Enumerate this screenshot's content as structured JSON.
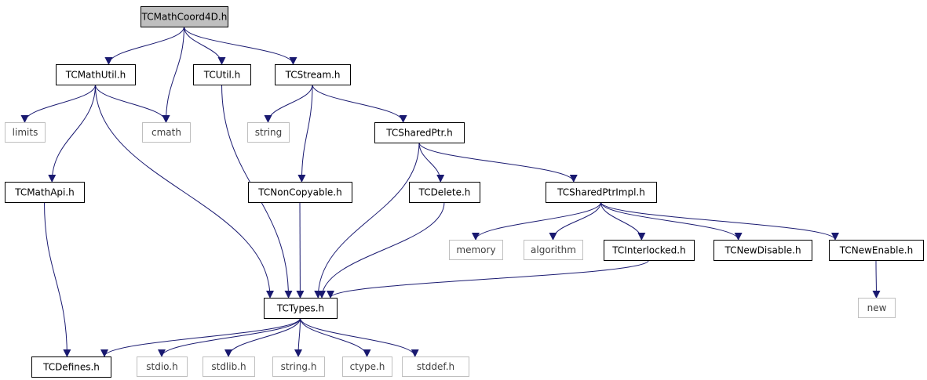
{
  "nodes": [
    {
      "id": "coord4d",
      "label": "TCMathCoord4D.h",
      "kind": "root"
    },
    {
      "id": "mathutil",
      "label": "TCMathUtil.h",
      "kind": "header"
    },
    {
      "id": "util",
      "label": "TCUtil.h",
      "kind": "header"
    },
    {
      "id": "stream",
      "label": "TCStream.h",
      "kind": "header"
    },
    {
      "id": "limits",
      "label": "limits",
      "kind": "system"
    },
    {
      "id": "cmath",
      "label": "cmath",
      "kind": "system"
    },
    {
      "id": "string",
      "label": "string",
      "kind": "system"
    },
    {
      "id": "sharedptr",
      "label": "TCSharedPtr.h",
      "kind": "header"
    },
    {
      "id": "mathapi",
      "label": "TCMathApi.h",
      "kind": "header"
    },
    {
      "id": "noncopyable",
      "label": "TCNonCopyable.h",
      "kind": "header"
    },
    {
      "id": "delete",
      "label": "TCDelete.h",
      "kind": "header"
    },
    {
      "id": "sharedptrimpl",
      "label": "TCSharedPtrImpl.h",
      "kind": "header"
    },
    {
      "id": "memory",
      "label": "memory",
      "kind": "system"
    },
    {
      "id": "algorithm",
      "label": "algorithm",
      "kind": "system"
    },
    {
      "id": "interlocked",
      "label": "TCInterlocked.h",
      "kind": "header"
    },
    {
      "id": "newdisable",
      "label": "TCNewDisable.h",
      "kind": "header"
    },
    {
      "id": "newenable",
      "label": "TCNewEnable.h",
      "kind": "header"
    },
    {
      "id": "new",
      "label": "new",
      "kind": "system"
    },
    {
      "id": "types",
      "label": "TCTypes.h",
      "kind": "header"
    },
    {
      "id": "defines",
      "label": "TCDefines.h",
      "kind": "header"
    },
    {
      "id": "stdio",
      "label": "stdio.h",
      "kind": "system"
    },
    {
      "id": "stdlib",
      "label": "stdlib.h",
      "kind": "system"
    },
    {
      "id": "stringh",
      "label": "string.h",
      "kind": "system"
    },
    {
      "id": "ctype",
      "label": "ctype.h",
      "kind": "system"
    },
    {
      "id": "stddef",
      "label": "stddef.h",
      "kind": "system"
    }
  ],
  "edges": [
    {
      "from": "coord4d",
      "to": "mathutil"
    },
    {
      "from": "coord4d",
      "to": "cmath"
    },
    {
      "from": "coord4d",
      "to": "util"
    },
    {
      "from": "coord4d",
      "to": "stream"
    },
    {
      "from": "mathutil",
      "to": "limits"
    },
    {
      "from": "mathutil",
      "to": "cmath"
    },
    {
      "from": "mathutil",
      "to": "mathapi"
    },
    {
      "from": "mathutil",
      "to": "types"
    },
    {
      "from": "util",
      "to": "types"
    },
    {
      "from": "stream",
      "to": "string"
    },
    {
      "from": "stream",
      "to": "noncopyable"
    },
    {
      "from": "stream",
      "to": "sharedptr"
    },
    {
      "from": "sharedptr",
      "to": "types"
    },
    {
      "from": "sharedptr",
      "to": "delete"
    },
    {
      "from": "sharedptr",
      "to": "sharedptrimpl"
    },
    {
      "from": "mathapi",
      "to": "defines"
    },
    {
      "from": "noncopyable",
      "to": "types"
    },
    {
      "from": "delete",
      "to": "types"
    },
    {
      "from": "sharedptrimpl",
      "to": "memory"
    },
    {
      "from": "sharedptrimpl",
      "to": "algorithm"
    },
    {
      "from": "sharedptrimpl",
      "to": "interlocked"
    },
    {
      "from": "sharedptrimpl",
      "to": "newdisable"
    },
    {
      "from": "sharedptrimpl",
      "to": "newenable"
    },
    {
      "from": "interlocked",
      "to": "types"
    },
    {
      "from": "newenable",
      "to": "new"
    },
    {
      "from": "types",
      "to": "defines"
    },
    {
      "from": "types",
      "to": "stdio"
    },
    {
      "from": "types",
      "to": "stdlib"
    },
    {
      "from": "types",
      "to": "stringh"
    },
    {
      "from": "types",
      "to": "ctype"
    },
    {
      "from": "types",
      "to": "stddef"
    }
  ],
  "colors": {
    "root_fill": "#bfbfbf",
    "header_border": "#000000",
    "system_border": "#bfbfbf",
    "system_text": "#404040",
    "edge": "#191970",
    "arrowhead": "#191970"
  }
}
